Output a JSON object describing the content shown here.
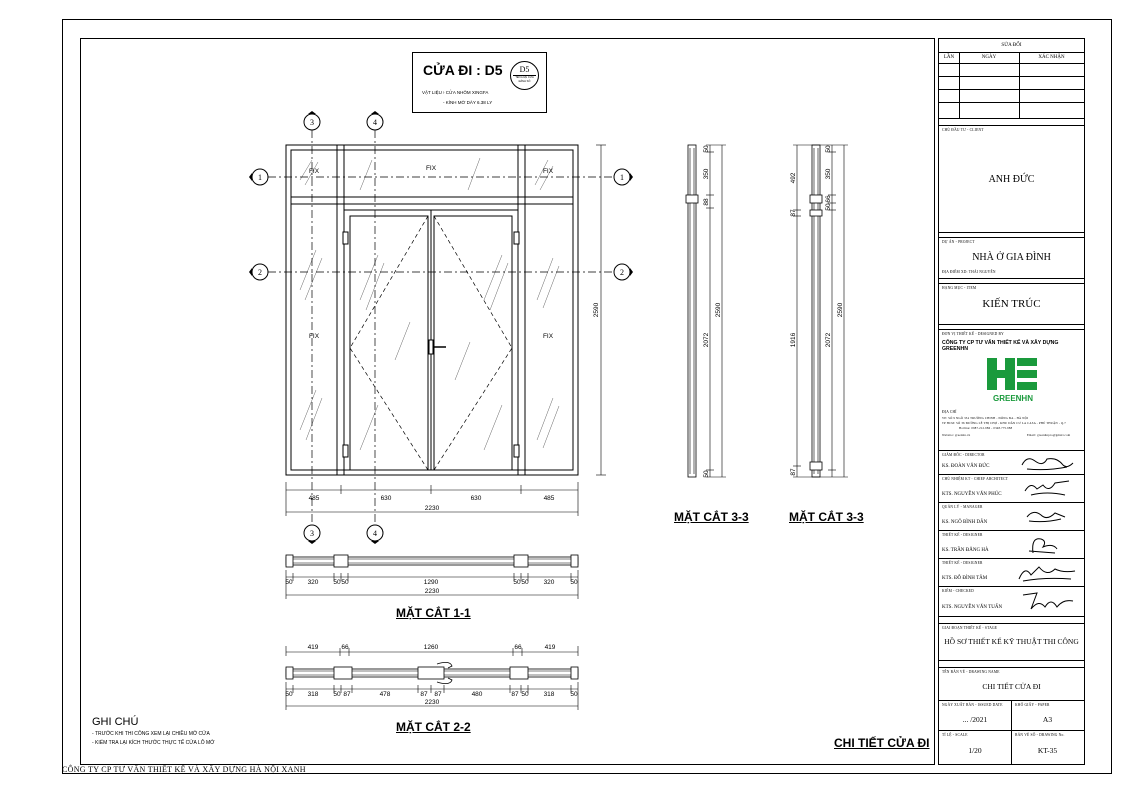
{
  "door": {
    "title": "CỬA ĐI : D5",
    "tag": "D5",
    "tag_sub1": "TÊN LOẠI CỬA",
    "tag_sub2": "ĐÁNH SỐ",
    "material_label": "VẬT LIỆU :",
    "material_1": "- CỬA NHÔM XINGFA",
    "material_2": "- KÍNH MỜ DÀY 6.38 LY"
  },
  "elevation": {
    "axis_labels": [
      "1",
      "2",
      "3",
      "4"
    ],
    "fix_label": "FIX",
    "widths": [
      "485",
      "630",
      "630",
      "485"
    ],
    "total_width": "2230",
    "height": "2590"
  },
  "section_33a": {
    "dims": [
      "50",
      "350",
      "88",
      "2072",
      "2590",
      "50"
    ],
    "title": "MẶT CẮT 3-3"
  },
  "section_33b": {
    "dims": [
      "492",
      "87",
      "1916",
      "50",
      "350",
      "66",
      "50",
      "2072",
      "2590",
      "87"
    ],
    "title": "MẶT CẮT 3-3"
  },
  "section_11": {
    "dims": [
      "50",
      "320",
      "50",
      "50",
      "1290",
      "50",
      "50",
      "320",
      "50"
    ],
    "total": "2230",
    "title": "MẶT CẮT 1-1"
  },
  "section_22": {
    "top_dims": [
      "419",
      "66",
      "1260",
      "66",
      "419"
    ],
    "bottom_dims": [
      "50",
      "318",
      "50",
      "87",
      "478",
      "87",
      "87",
      "480",
      "87",
      "50",
      "318",
      "50"
    ],
    "total": "2230",
    "title": "MẶT CẮT 2-2"
  },
  "notes": {
    "title": "GHI CHÚ",
    "line1": "- TRƯỚC KHI THI CÔNG XEM LẠI CHIỀU MỞ CỬA",
    "line2": "- KIỂM TRA LẠI KÍCH THƯỚC THỰC TẾ CỬA LỖ MỞ"
  },
  "sheet_title": "CHI TIẾT CỬA ĐI",
  "footer": "CÔNG TY CP TƯ VẤN THIẾT KẾ VÀ XÂY DỰNG HÀ NỘI XANH",
  "title_block": {
    "revision_header": "SỬA ĐỔI",
    "rev_cols": [
      "LẦN",
      "NGÀY",
      "XÁC NHẬN"
    ],
    "owner_label": "CHỦ ĐẦU TƯ - CLIENT",
    "owner": "ANH ĐỨC",
    "project_label": "DỰ ÁN - PROJECT",
    "project": "NHÀ Ở GIA ĐÌNH",
    "location_label": "ĐỊA ĐIỂM XD: THÁI NGUYÊN",
    "item_label": "HẠNG MỤC - ITEM",
    "item": "KIẾN TRÚC",
    "designer_label": "ĐƠN VỊ THIẾT KẾ - DESIGNED BY",
    "company": "CÔNG TY CP TƯ VẤN THIẾT KẾ VÀ XÂY DỰNG GREENHN",
    "logo_text": "GREENHN",
    "address_label": "ĐỊA CHỈ",
    "address_1": "VP: SỐ 9 NGÕ 354 TRƯỜNG CHINH - ĐỐNG ĐA - HÀ NỘI",
    "address_2": "TP HCM: SỐ 36 ĐƯỜNG LÊ THỊ CHỢ - KHU DÂN CƯ LA CASA - PHÚ THUẬN - Q.7",
    "hotline": "Hotline: 0987.212.986 - 0348.775.988",
    "website": "Website: greenhn.vn",
    "email": "Email: greenhnpro@gmail.com",
    "people": [
      {
        "role": "GIÁM ĐỐC - DIRECTOR",
        "name": "KS. ĐOÀN VĂN ĐỨC"
      },
      {
        "role": "CHỦ NHIỆM KT - CHIEF ARCHITECT",
        "name": "KTS. NGUYỄN VĂN PHÚC"
      },
      {
        "role": "QUẢN LÝ - MANAGER",
        "name": "KS. NGÔ BÌNH DÂN"
      },
      {
        "role": "THIẾT KẾ - DESIGNER",
        "name": "KS. TRẦN ĐĂNG HÀ"
      },
      {
        "role": "THIẾT KẾ - DESIGNER",
        "name": "KTS. ĐỖ ĐÌNH TÂM"
      },
      {
        "role": "KIỂM - CHECKED",
        "name": "KTS. NGUYỄN VĂN TUẤN"
      }
    ],
    "stage_label": "GIAI ĐOẠN THIẾT KẾ - STAGE",
    "stage": "HỒ SƠ THIẾT KẾ KỸ THUẬT THI CÔNG",
    "drawing_label": "TÊN BẢN VẼ - DRAWING NAME",
    "drawing": "CHI TIẾT CỬA ĐI",
    "date_label": "NGÀY XUẤT BẢN - ISSUED DATE",
    "date": "... /2021",
    "paper_label": "KHỔ GIẤY - PAPER",
    "paper": "A3",
    "scale_label": "TỈ LỆ - SCALE",
    "scale": "1/20",
    "number_label": "BẢN VẼ SỐ - DRAWING No.",
    "number": "KT-35"
  }
}
